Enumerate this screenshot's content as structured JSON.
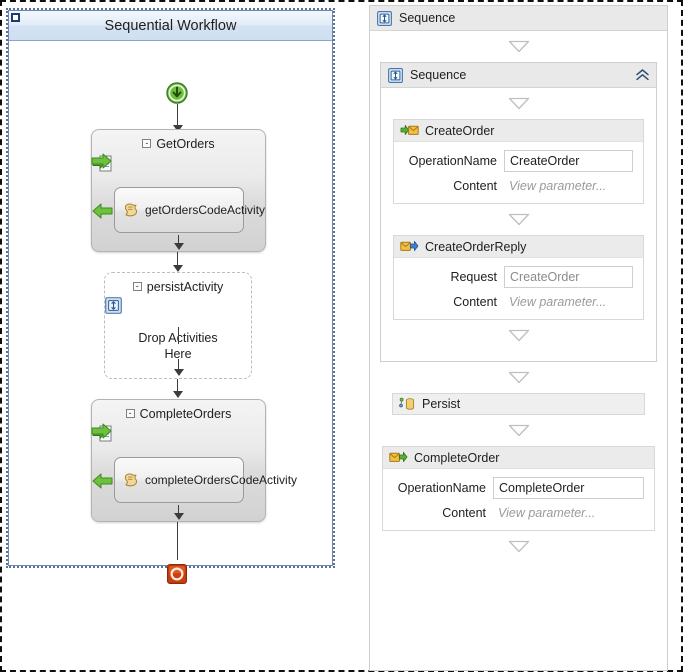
{
  "left_panel": {
    "title": "Sequential Workflow",
    "start_icon": "start-arrow-icon",
    "stop_icon": "stop-icon",
    "activities": [
      {
        "name": "GetOrders",
        "expander": "-",
        "icon": "receive-activity-icon",
        "child": {
          "label": "getOrdersCodeActivity",
          "icon": "code-activity-icon"
        }
      },
      {
        "name": "persistActivity",
        "expander": "-",
        "icon": "persist-activity-icon",
        "drop_hint_line1": "Drop Activities",
        "drop_hint_line2": "Here"
      },
      {
        "name": "CompleteOrders",
        "expander": "-",
        "icon": "receive-activity-icon",
        "child": {
          "label": "completeOrdersCodeActivity",
          "icon": "code-activity-icon"
        }
      }
    ]
  },
  "right_panel": {
    "root": {
      "title": "Sequence",
      "icon": "sequence-icon"
    },
    "inner": {
      "title": "Sequence",
      "icon": "sequence-icon",
      "collapse_icon": "chevron-up-icon"
    },
    "activities": [
      {
        "kind": "receive",
        "title": "CreateOrder",
        "icon": "receive-message-icon",
        "rows": [
          {
            "label": "OperationName",
            "value": "CreateOrder",
            "style": "field"
          },
          {
            "label": "Content",
            "value": "View parameter...",
            "style": "placeholder"
          }
        ]
      },
      {
        "kind": "sendreply",
        "title": "CreateOrderReply",
        "icon": "send-reply-message-icon",
        "rows": [
          {
            "label": "Request",
            "value": "CreateOrder",
            "style": "field-dim"
          },
          {
            "label": "Content",
            "value": "View parameter...",
            "style": "placeholder"
          }
        ]
      },
      {
        "kind": "persist",
        "title": "Persist",
        "icon": "persist-icon"
      },
      {
        "kind": "receive",
        "title": "CompleteOrder",
        "icon": "receive-message-green-icon",
        "rows": [
          {
            "label": "OperationName",
            "value": "CompleteOrder",
            "style": "field"
          },
          {
            "label": "Content",
            "value": "View parameter...",
            "style": "placeholder"
          }
        ]
      }
    ],
    "drop_triangle_icon": "drop-target-triangle-icon"
  },
  "colors": {
    "header_blue": "#cfe0f2",
    "panel_border": "#6f87ae",
    "wf4_header_gray": "#e9e9e9",
    "accent_green": "#4fa32a",
    "stop_red": "#c8400f",
    "placeholder_gray": "#9a9a9a"
  }
}
